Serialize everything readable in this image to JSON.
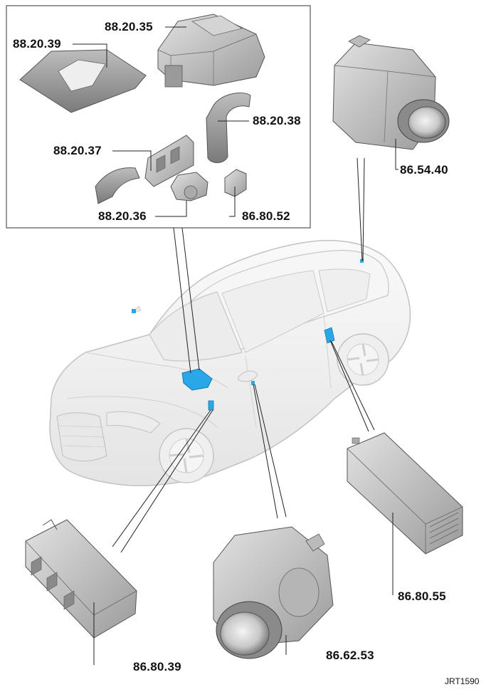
{
  "parts": [
    {
      "key": "p_882035",
      "label": "88.20.35"
    },
    {
      "key": "p_882039",
      "label": "88.20.39"
    },
    {
      "key": "p_882038",
      "label": "88.20.38"
    },
    {
      "key": "p_882037",
      "label": "88.20.37"
    },
    {
      "key": "p_882036",
      "label": "88.20.36"
    },
    {
      "key": "p_868052",
      "label": "86.80.52"
    },
    {
      "key": "p_865440",
      "label": "86.54.40"
    },
    {
      "key": "p_868055",
      "label": "86.80.55"
    },
    {
      "key": "p_868039",
      "label": "86.80.39"
    },
    {
      "key": "p_866253",
      "label": "86.62.53"
    }
  ],
  "reference": "JRT1590",
  "colors": {
    "highlight": "#2aa7e6",
    "part_fill": "#c9c9c9",
    "part_dark": "#8d8d8d",
    "car_fill": "#f1f1f1",
    "car_line": "#c4c4c4",
    "line": "#222222"
  }
}
